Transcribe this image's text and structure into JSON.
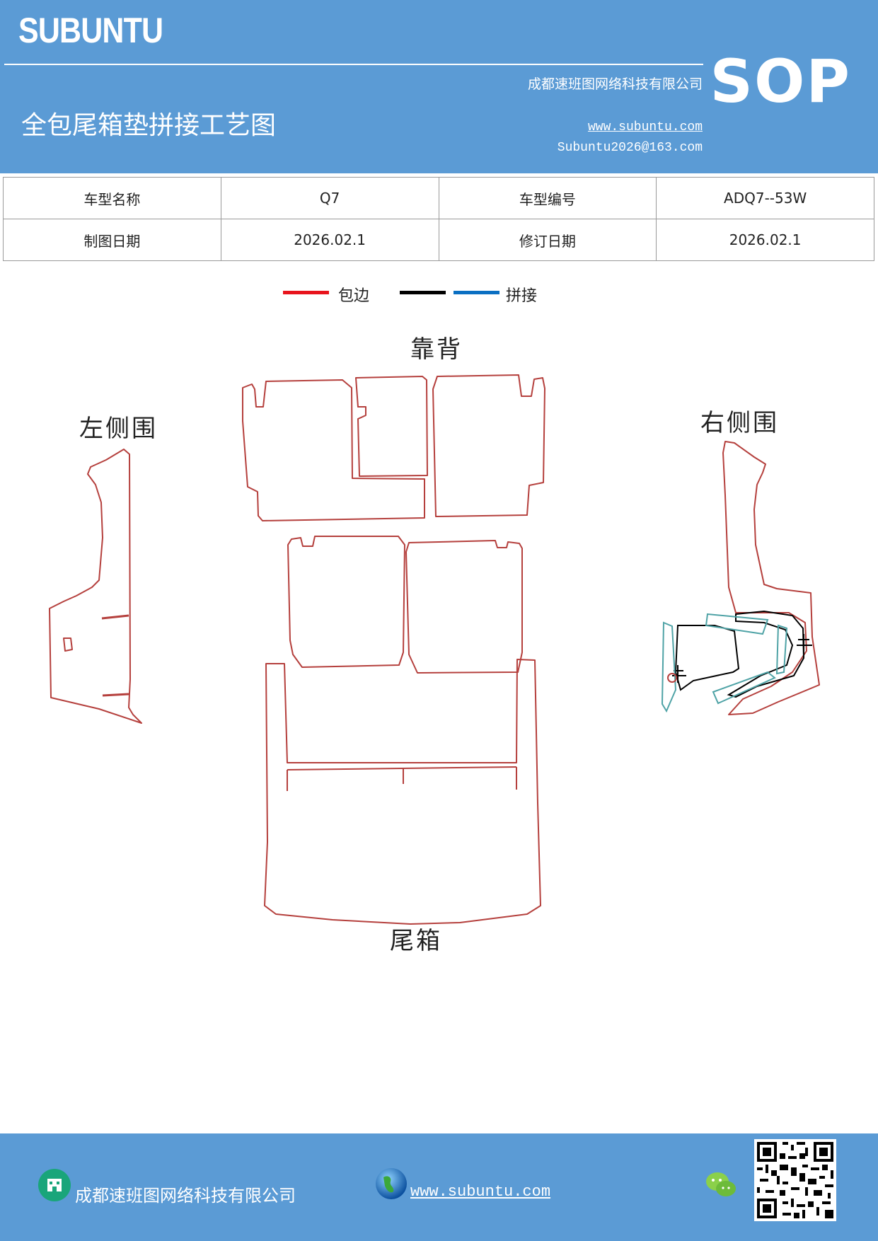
{
  "header": {
    "brand": "SUBUNTU",
    "company": "成都速班图网络科技有限公司",
    "title": "全包尾箱垫拼接工艺图",
    "website": "www.subuntu.com",
    "email": "Subuntu2026@163.com",
    "sop": "SOP"
  },
  "info": {
    "row1": [
      "车型名称",
      "Q7",
      "车型编号",
      "ADQ7--53W"
    ],
    "row2": [
      "制图日期",
      "2026.02.1",
      "修订日期",
      "2026.02.1"
    ]
  },
  "legend": {
    "items": [
      {
        "color": "#e8141c",
        "label": "包边"
      },
      {
        "color": "#000000",
        "label": ""
      },
      {
        "color": "#0a6fc2",
        "label": "拼接"
      }
    ]
  },
  "sections": {
    "backrest": "靠背",
    "left_side": "左侧围",
    "right_side": "右侧围",
    "trunk": "尾箱"
  },
  "colors": {
    "header_bg": "#5b9bd5",
    "outline": "#b5403d",
    "accent_teal": "#4fa3a6"
  },
  "footer": {
    "company": "成都速班图网络科技有限公司",
    "website": "www.subuntu.com",
    "icons": [
      "building-icon",
      "globe-icon",
      "wechat-icon",
      "qr-code"
    ]
  }
}
